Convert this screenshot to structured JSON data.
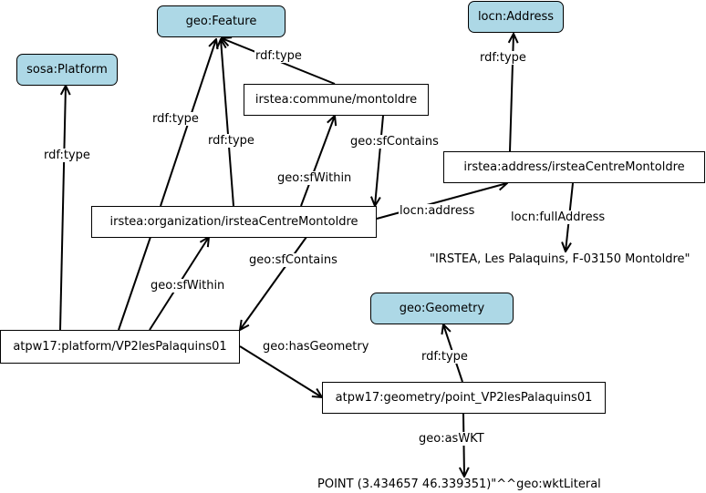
{
  "classes": {
    "feature": "geo:Feature",
    "address": "locn:Address",
    "platform": "sosa:Platform",
    "geometry": "geo:Geometry"
  },
  "resources": {
    "commune": "irstea:commune/montoldre",
    "address": "irstea:address/irsteaCentreMontoldre",
    "organization": "irstea:organization/irsteaCentreMontoldre",
    "platform": "atpw17:platform/VP2lesPalaquins01",
    "geometry": "atpw17:geometry/point_VP2lesPalaquins01"
  },
  "literals": {
    "full_address": "\"IRSTEA, Les Palaquins, F-03150 Montoldre\"",
    "wkt": "POINT (3.434657 46.339351)\"^^geo:wktLiteral"
  },
  "edges": {
    "commune_type": "rdf:type",
    "org_type_a": "rdf:type",
    "org_type_b": "rdf:type",
    "platform_type": "rdf:type",
    "address_type": "rdf:type",
    "geometry_type": "rdf:type",
    "commune_contains_address": "geo:sfContains",
    "org_within_commune": "geo:sfWithin",
    "org_address": "locn:address",
    "full_address": "locn:fullAddress",
    "platform_within_org": "geo:sfWithin",
    "org_contains_platform": "geo:sfContains",
    "has_geometry": "geo:hasGeometry",
    "as_wkt": "geo:asWKT"
  }
}
